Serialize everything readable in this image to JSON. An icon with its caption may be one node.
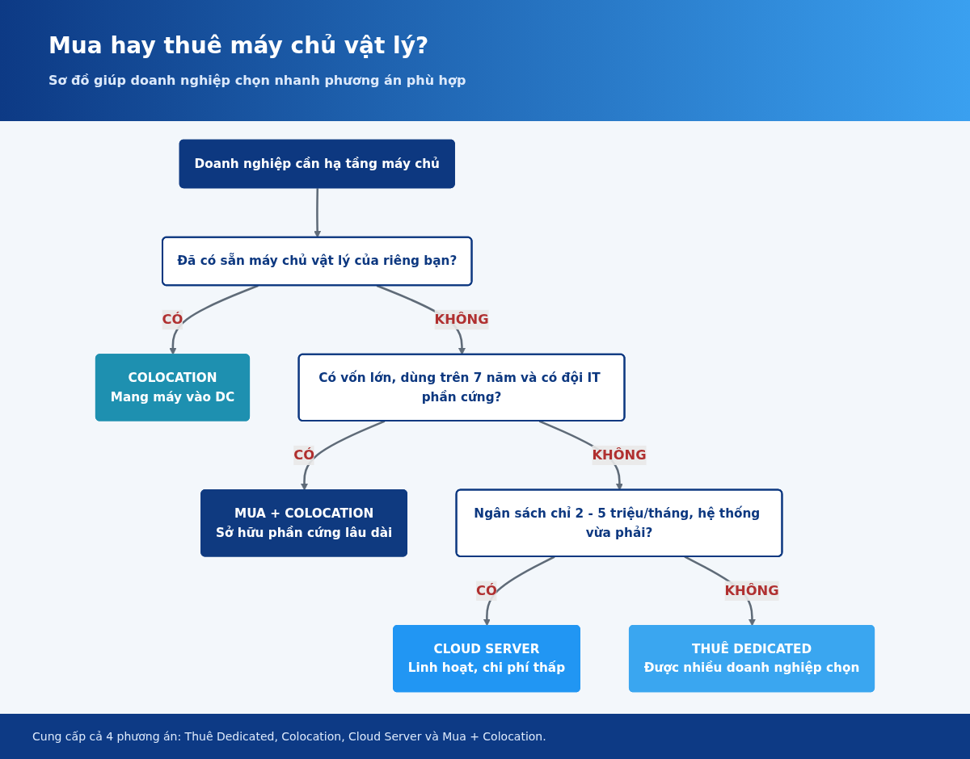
{
  "diagram": {
    "title": "Mua hay thuê máy chủ vật lý?",
    "nodes": [
      {
        "text": [
          "Doanh nghiệp cần hạ tầng máy chủ"
        ]
      },
      {
        "text": [
          "Đã có sẵn máy chủ vật lý của riêng bạn?"
        ]
      },
      {
        "text": [
          "COLOCATION",
          "Mang máy vào DC"
        ]
      },
      {
        "text": [
          "Có vốn lớn, dùng trên 7 năm và có đội IT phần cứng?"
        ]
      },
      {
        "text": [
          "MUA + COLOCATION",
          "Sở hữu phần cứng lâu dài"
        ]
      },
      {
        "text": [
          "Ngân sách chỉ 2 - 5 triệu/tháng, hệ thống vừa phải?"
        ]
      },
      {
        "text": [
          "CLOUD SERVER",
          "Linh hoạt, chi phí thấp"
        ]
      },
      {
        "text": [
          "THUÊ DEDICATED",
          "Được nhiều doanh nghiệp chọn"
        ]
      }
    ],
    "edges": [
      {
        "from": 0,
        "to": 1,
        "arrow": "to"
      },
      {
        "from": 1,
        "to": 2,
        "arrow": "to",
        "label": "CÓ"
      },
      {
        "from": 1,
        "to": 3,
        "arrow": "to",
        "label": "KHÔNG"
      },
      {
        "from": 3,
        "to": 4,
        "arrow": "to",
        "label": "CÓ"
      },
      {
        "from": 3,
        "to": 5,
        "arrow": "to",
        "label": "KHÔNG"
      },
      {
        "from": 5,
        "to": 6,
        "arrow": "to",
        "label": "CÓ"
      },
      {
        "from": 5,
        "to": 7,
        "arrow": "to",
        "label": "KHÔNG"
      }
    ],
    "labels": [
      "Sơ đồ giúp doanh nghiệp chọn nhanh phương án phù hợp"
    ],
    "caption": "Cung cấp cả 4 phương án: Thuê Dedicated, Colocation, Cloud Server và Mua + Colocation."
  }
}
